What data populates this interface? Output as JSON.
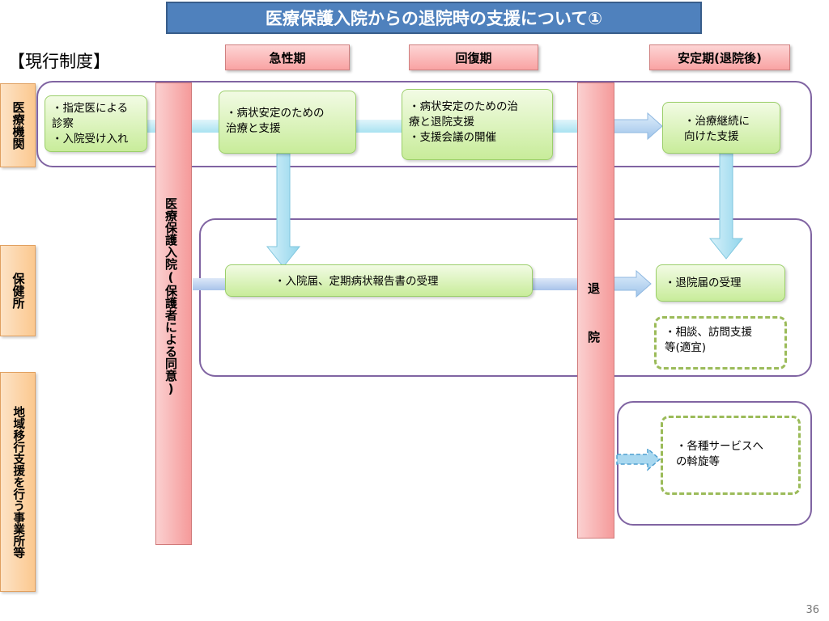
{
  "title": "医療保護入院からの退院時の支援について①",
  "section_label": "【現行制度】",
  "phases": {
    "acute": "急性期",
    "recovery": "回復期",
    "stable": "安定期(退院後)"
  },
  "orgs": {
    "medical": "医療機関",
    "health_center": "保健所",
    "regional_support": "地域移行支援を行う事業所等"
  },
  "pillars": {
    "admission": "医療保護入院(保護者による同意)",
    "discharge_1": "退",
    "discharge_2": "院"
  },
  "boxes": {
    "designated_doctor": "・指定医による\n診察\n・入院受け入れ",
    "acute_treatment": "・病状安定のための\n治療と支援",
    "recovery_treatment": "・病状安定のための治\n療と退院支援\n・支援会議の開催",
    "continued_treatment": "・治療継続に\n向けた支援",
    "admission_report": "・入院届、定期病状報告書の受理",
    "discharge_report": "・退院届の受理",
    "consultation": "・相談、訪問支援\n等(適宜)",
    "service_mediation": "・各種サービスへ\nの斡旋等"
  },
  "page_number": "36",
  "colors": {
    "title_bg": "#4f81bd",
    "region_border": "#8064a2",
    "dashed_border": "#9bbb59"
  }
}
